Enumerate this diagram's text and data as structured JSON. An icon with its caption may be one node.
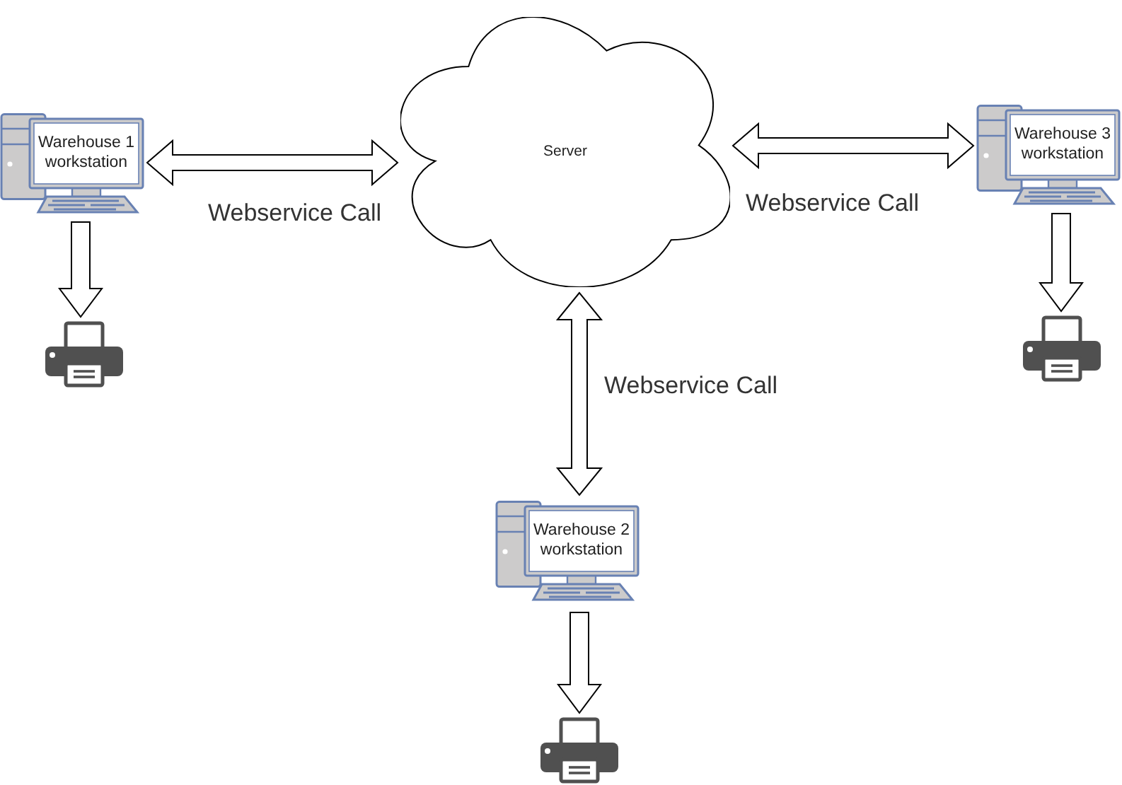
{
  "diagram": {
    "nodes": [
      {
        "text": [
          "Warehouse 1 workstation"
        ]
      },
      {
        "text": [
          "Server"
        ]
      },
      {
        "text": [
          "Warehouse 3 workstation"
        ]
      },
      {
        "text": [],
        "shape": "picture"
      },
      {
        "text": [],
        "shape": "picture"
      },
      {
        "text": [
          "Warehouse 2 workstation"
        ]
      },
      {
        "text": [],
        "shape": "picture"
      }
    ],
    "edges": [
      {
        "from": 0,
        "to": 1,
        "arrow": "both",
        "label": "Webservice Call"
      },
      {
        "from": 1,
        "to": 2,
        "arrow": "both",
        "label": "Webservice Call"
      },
      {
        "from": 1,
        "to": 5,
        "arrow": "both",
        "label": "Webservice Call"
      },
      {
        "from": 0,
        "to": 3,
        "arrow": "to"
      },
      {
        "from": 2,
        "to": 4,
        "arrow": "to"
      },
      {
        "from": 5,
        "to": 6,
        "arrow": "to"
      }
    ]
  }
}
